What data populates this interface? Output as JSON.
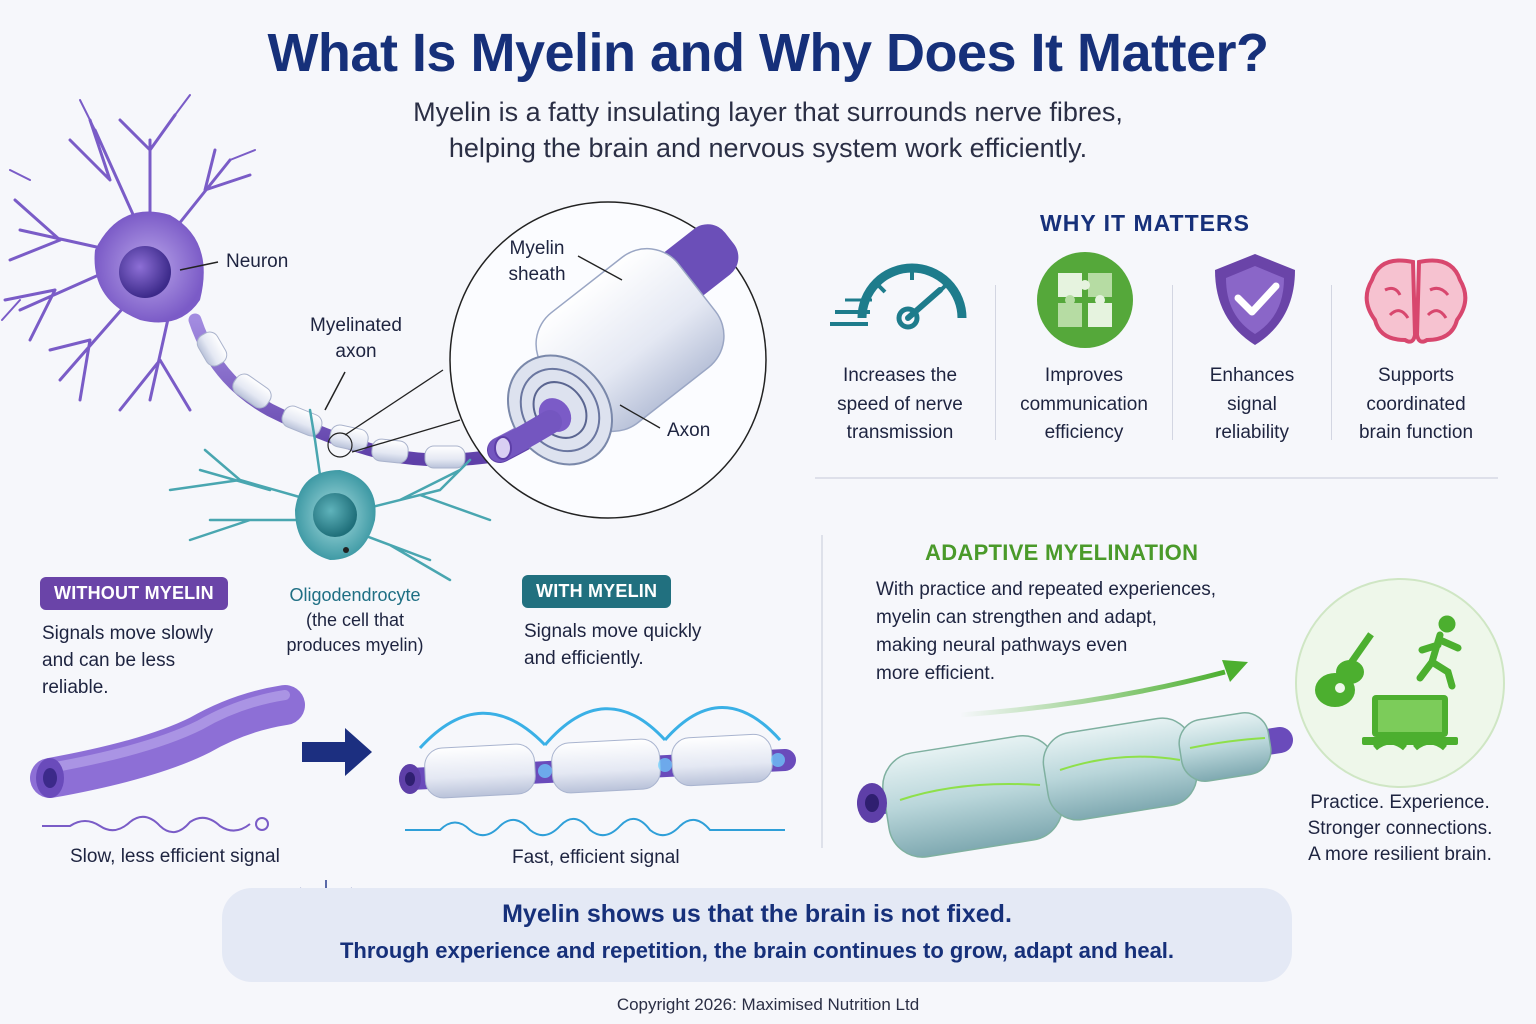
{
  "title": "What Is Myelin and Why Does It Matter?",
  "subtitle": {
    "line1": "Myelin is a fatty insulating layer that surrounds nerve fibres,",
    "line2": "helping the brain and nervous system work efficiently."
  },
  "diagram": {
    "neuron": "Neuron",
    "myelinated_axon_1": "Myelinated",
    "myelinated_axon_2": "axon",
    "myelin_sheath_1": "Myelin",
    "myelin_sheath_2": "sheath",
    "axon": "Axon",
    "oligo_1": "Oligodendrocyte",
    "oligo_2": "(the cell that",
    "oligo_3": "produces myelin)"
  },
  "why": {
    "heading": "WHY IT MATTERS",
    "items": [
      {
        "icon": "speedometer-icon",
        "l1": "Increases the",
        "l2": "speed of nerve",
        "l3": "transmission"
      },
      {
        "icon": "puzzle-icon",
        "l1": "Improves",
        "l2": "communication",
        "l3": "efficiency"
      },
      {
        "icon": "shield-check-icon",
        "l1": "Enhances",
        "l2": "signal",
        "l3": "reliability"
      },
      {
        "icon": "brain-icon",
        "l1": "Supports",
        "l2": "coordinated",
        "l3": "brain function"
      }
    ]
  },
  "without": {
    "pill": "WITHOUT MYELIN",
    "l1": "Signals move slowly",
    "l2": "and can be less",
    "l3": "reliable.",
    "caption": "Slow, less efficient signal"
  },
  "with": {
    "pill": "WITH MYELIN",
    "l1": "Signals move quickly",
    "l2": "and efficiently.",
    "caption": "Fast, efficient signal"
  },
  "adaptive": {
    "heading": "ADAPTIVE MYELINATION",
    "l1": "With practice and repeated experiences,",
    "l2": "myelin can strengthen and adapt,",
    "l3": "making neural pathways even",
    "l4": "more efficient.",
    "c1": "Practice. Experience.",
    "c2": "Stronger connections.",
    "c3": "A more resilient brain."
  },
  "banner": {
    "l1": "Myelin shows us that the brain is not fixed.",
    "l2": "Through experience and repetition, the brain continues to grow, adapt and heal."
  },
  "copyright": "Copyright 2026: Maximised Nutrition Ltd",
  "colors": {
    "title": "#16307a",
    "purple": "#6a44a8",
    "teal": "#21707f",
    "green": "#4a9a2a",
    "pink": "#d8476e"
  }
}
